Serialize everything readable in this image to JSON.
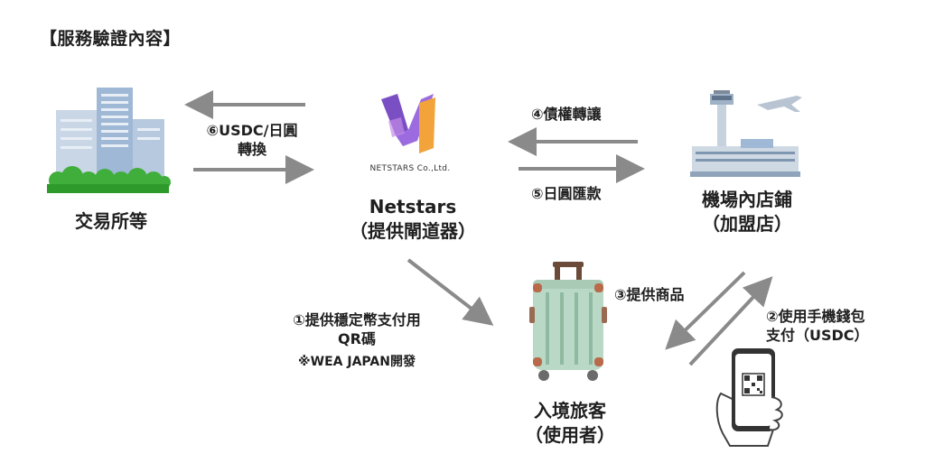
{
  "title": "【服務驗證內容】",
  "nodes": {
    "exchange": {
      "label": "交易所等"
    },
    "netstars": {
      "logo_text": "NETSTARS Co.,Ltd.",
      "label_line1": "Netstars",
      "label_line2": "（提供閘道器）"
    },
    "airport_store": {
      "label_line1": "機場內店鋪",
      "label_line2": "（加盟店）"
    },
    "traveler": {
      "label_line1": "入境旅客",
      "label_line2": "（使用者）"
    }
  },
  "edges": {
    "step1": {
      "line1": "①提供穩定幣支付用",
      "line2": "QR碼",
      "note": "※WEA JAPAN開發"
    },
    "step2": {
      "line1": "②使用手機錢包",
      "line2": "支付（USDC）"
    },
    "step3": {
      "label": "③提供商品"
    },
    "step4": {
      "label": "④債權轉讓"
    },
    "step5": {
      "label": "⑤日圓匯款"
    },
    "step6": {
      "line1": "⑥USDC/日圓",
      "line2": "轉換"
    }
  },
  "colors": {
    "arrow": "#8a8a8a",
    "logo_purple": "#7b4fc4",
    "logo_orange": "#f2a33a",
    "suitcase": "#b9d9c6",
    "building": "#9fb8d6",
    "tree": "#3fae3a"
  }
}
